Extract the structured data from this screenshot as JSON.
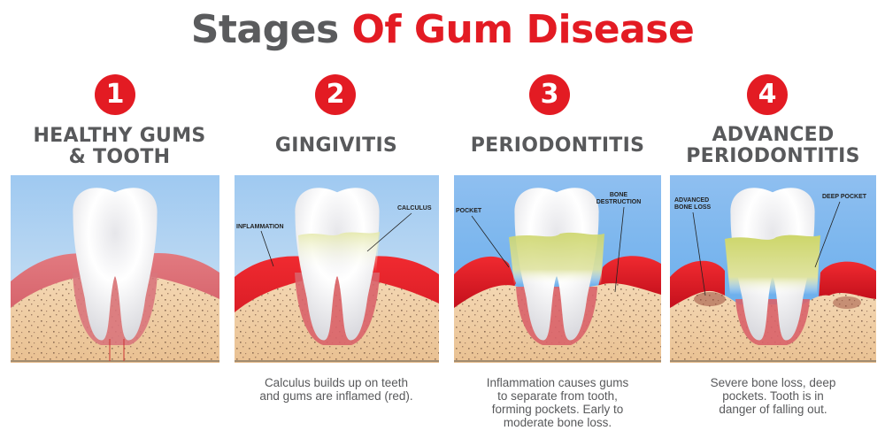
{
  "title": {
    "part1": "Stages",
    "part2": "Of Gum Disease"
  },
  "colors": {
    "accent_red": "#e31b23",
    "heading_gray": "#58595b",
    "sky_blue": "#a9cff3",
    "gum_pink": "#e7868a",
    "gum_inflamed": "#e8232b",
    "bone": "#ecc79c",
    "calculus": "#c9d45c"
  },
  "stages": [
    {
      "number": "1",
      "heading_line1": "HEALTHY GUMS",
      "heading_line2": "& TOOTH",
      "labels": [],
      "description": []
    },
    {
      "number": "2",
      "heading_line1": "GINGIVITIS",
      "heading_line2": "",
      "labels": [
        "INFLAMMATION",
        "CALCULUS"
      ],
      "description": [
        "Calculus builds up on teeth",
        "and gums are inflamed (red)."
      ]
    },
    {
      "number": "3",
      "heading_line1": "PERIODONTITIS",
      "heading_line2": "",
      "labels": [
        "POCKET",
        "BONE",
        "DESTRUCTION"
      ],
      "description": [
        "Inflammation causes gums",
        "to separate from tooth,",
        "forming pockets. Early to",
        "moderate bone loss."
      ]
    },
    {
      "number": "4",
      "heading_line1": "ADVANCED",
      "heading_line2": "PERIODONTITIS",
      "labels": [
        "ADVANCED",
        "BONE LOSS",
        "DEEP POCKET"
      ],
      "description": [
        "Severe bone loss, deep",
        "pockets. Tooth is in",
        "danger of falling out."
      ]
    }
  ]
}
